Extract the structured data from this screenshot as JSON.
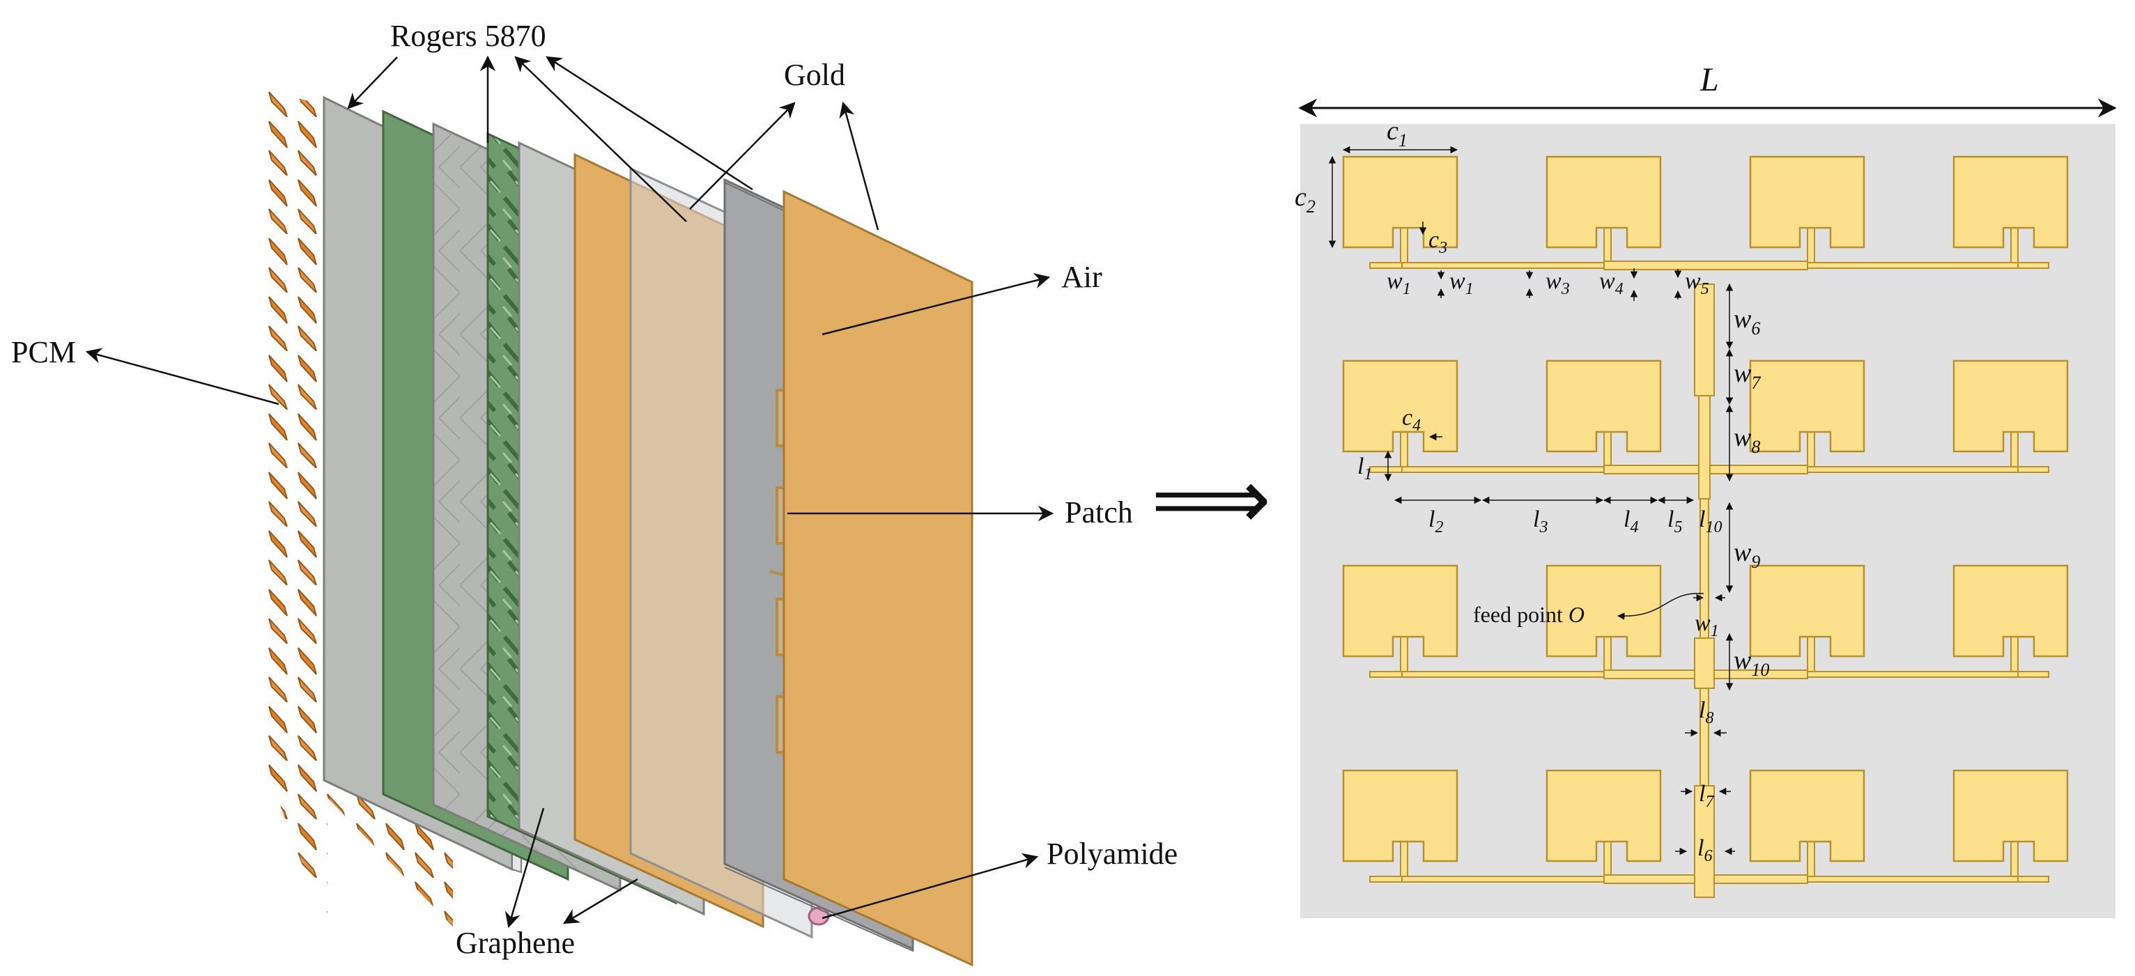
{
  "exploded_view": {
    "labels": {
      "pcm": "PCM",
      "rogers": "Rogers 5870",
      "gold": "Gold",
      "air": "Air",
      "patch": "Patch",
      "polyamide": "Polyamide",
      "graphene": "Graphene"
    },
    "colors": {
      "pcm": "#d9842f",
      "rogers": "#b8bab8",
      "graphene": "#6f9a6e",
      "gold": "#e2ae63",
      "air": "#9ea0a2",
      "polyamide": "#e7a9c4"
    }
  },
  "arrow_symbol": "⟹",
  "array_layout": {
    "overall_length": "L",
    "feed_point_label": "feed point",
    "feed_point_symbol": "O",
    "dimensions": {
      "c1": "c",
      "c1_sub": "1",
      "c2": "c",
      "c2_sub": "2",
      "c3": "c",
      "c3_sub": "3",
      "c4": "c",
      "c4_sub": "4",
      "w1a": "w",
      "w1a_sub": "1",
      "w1b": "w",
      "w1b_sub": "1",
      "w1c": "w",
      "w1c_sub": "1",
      "w3": "w",
      "w3_sub": "3",
      "w4": "w",
      "w4_sub": "4",
      "w5": "w",
      "w5_sub": "5",
      "w6": "w",
      "w6_sub": "6",
      "w7": "w",
      "w7_sub": "7",
      "w8": "w",
      "w8_sub": "8",
      "w9": "w",
      "w9_sub": "9",
      "w10": "w",
      "w10_sub": "10",
      "l1": "l",
      "l1_sub": "1",
      "l2": "l",
      "l2_sub": "2",
      "l3": "l",
      "l3_sub": "3",
      "l4": "l",
      "l4_sub": "4",
      "l5": "l",
      "l5_sub": "5",
      "l6": "l",
      "l6_sub": "6",
      "l7": "l",
      "l7_sub": "7",
      "l8": "l",
      "l8_sub": "8",
      "l10": "l",
      "l10_sub": "10"
    },
    "colors": {
      "substrate": "#e1e1e1",
      "patch": "#fde08c",
      "patch_edge": "#b8912c"
    }
  }
}
